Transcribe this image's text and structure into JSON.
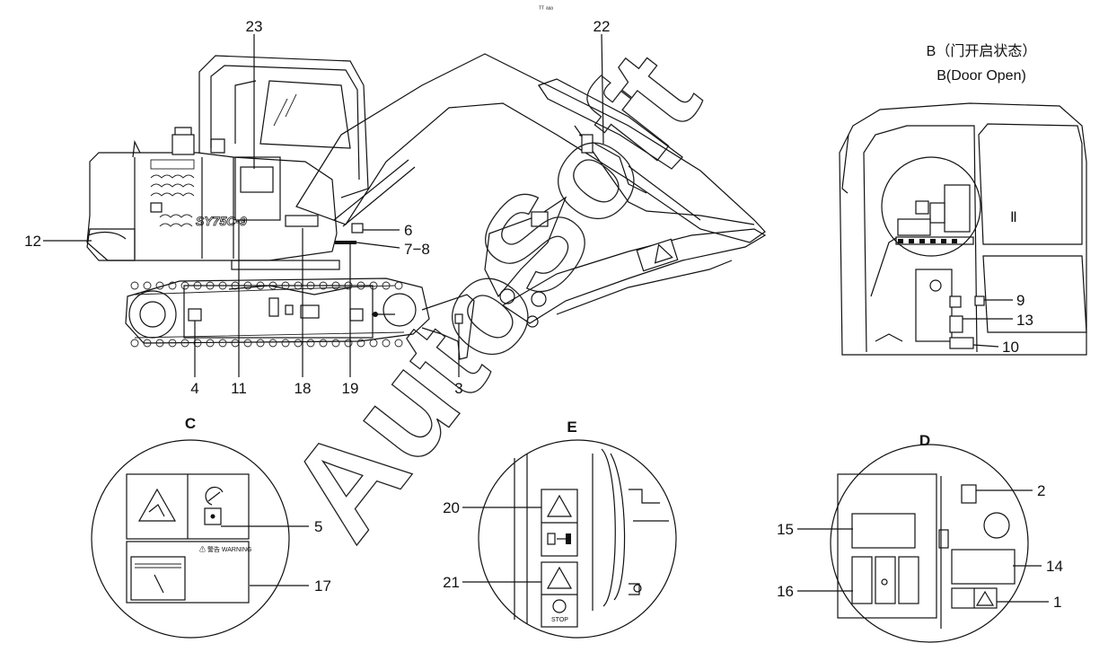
{
  "top_mark": "ᵀᵀ ᵃᵃᵃ",
  "door_open": {
    "title_cn": "B（门开启状态）",
    "title_en": "B(Door Open)",
    "zone": "Ⅱ"
  },
  "model_decal": "SY75C-9",
  "sections": {
    "c": "C",
    "d": "D",
    "e": "E"
  },
  "callouts": {
    "n1": "1",
    "n2": "2",
    "n3": "3",
    "n4": "4",
    "n5": "5",
    "n6": "6",
    "n7_8": "7−8",
    "n9": "9",
    "n10": "10",
    "n11": "11",
    "n12": "12",
    "n13": "13",
    "n14": "14",
    "n15": "15",
    "n16": "16",
    "n17": "17",
    "n18": "18",
    "n19": "19",
    "n20": "20",
    "n21": "21",
    "n22": "22",
    "n23": "23"
  },
  "decal_texts": {
    "danger_header": "⚠ 警告 WARNING",
    "stop": "STOP"
  },
  "watermark": "AutoSoft"
}
